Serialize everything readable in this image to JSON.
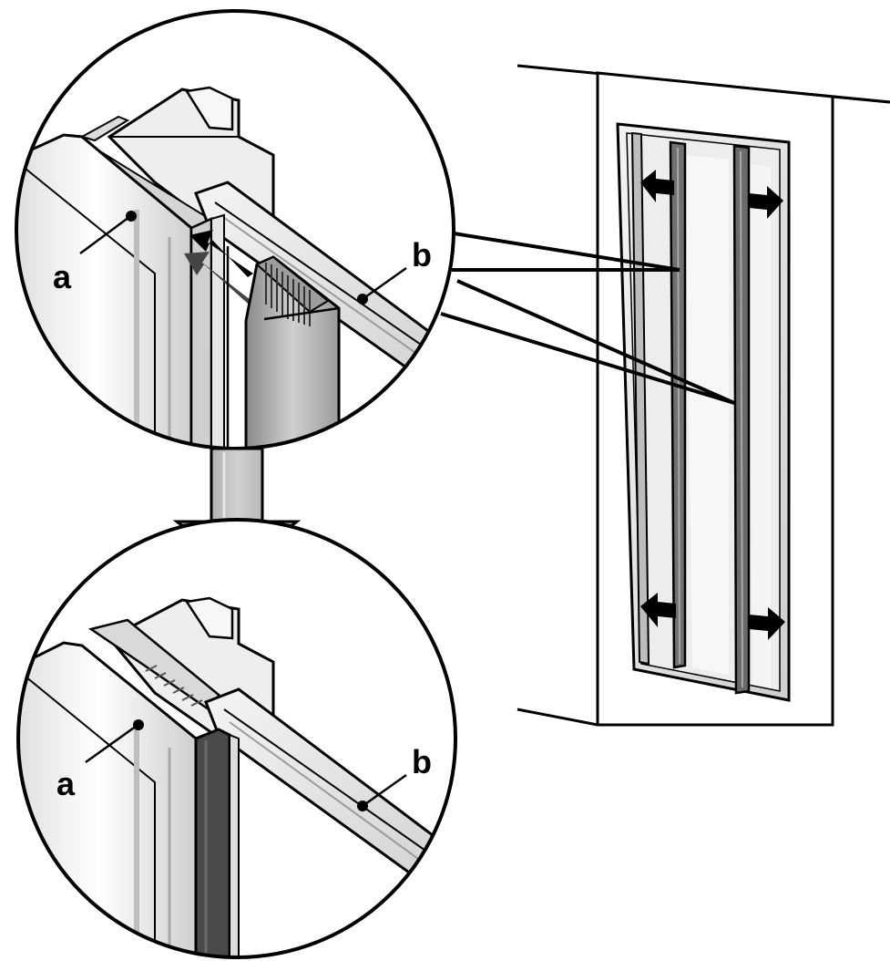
{
  "top_detail": {
    "label_a": "a",
    "label_b": "b"
  },
  "bottom_detail": {
    "label_a": "a",
    "label_b": "b"
  },
  "colors": {
    "outline": "#000000",
    "background": "#ffffff",
    "light_gray": "#e6e6e6",
    "mid_gray": "#c8c8c8",
    "dark_gray": "#5a5a5a",
    "seal_dark": "#4a4a4a"
  }
}
